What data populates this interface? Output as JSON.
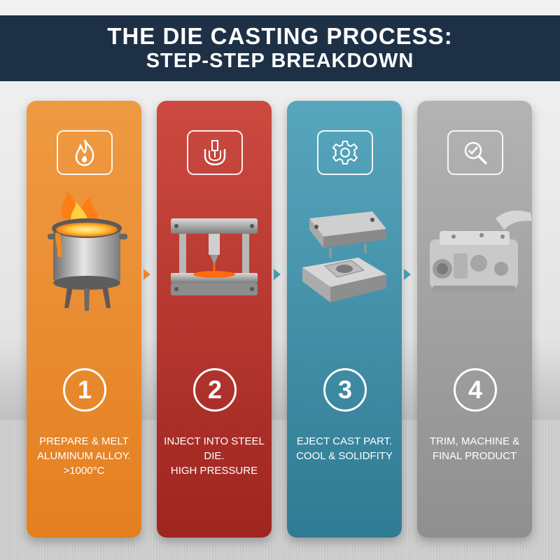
{
  "title": {
    "line1": "THE DIE CASTING PROCESS:",
    "line2": "STEP-STEP BREAKDOWN"
  },
  "colors": {
    "header_bg": "#1e3045",
    "step1": "#e8892e",
    "step2": "#b8352e",
    "step3": "#4b98b0",
    "step4": "#a4a4a4"
  },
  "steps": [
    {
      "number": "1",
      "icon": "flame-icon",
      "illustration": "melting-pot",
      "lines": [
        "PREPARE & MELT",
        "ALUMINUM ALLOY.",
        ">1000°C"
      ]
    },
    {
      "number": "2",
      "icon": "injection-nozzle-icon",
      "illustration": "die-press",
      "lines": [
        "INJECT INTO STEEL",
        "DIE.",
        "HIGH PRESSURE"
      ]
    },
    {
      "number": "3",
      "icon": "gear-icon",
      "illustration": "open-die-mold",
      "lines": [
        "EJECT CAST PART.",
        "COOL & SOLIDFITY"
      ]
    },
    {
      "number": "4",
      "icon": "magnifier-check-icon",
      "illustration": "engine-block",
      "lines": [
        "TRIM, MACHINE &",
        "FINAL PRODUCT"
      ]
    }
  ]
}
